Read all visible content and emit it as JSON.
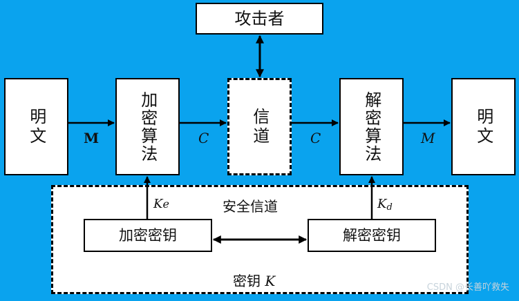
{
  "nodes": {
    "attacker": "攻击者",
    "plaintext_in": "明文",
    "encrypt_alg": "加密算法",
    "channel": "信道",
    "decrypt_alg": "解密算法",
    "plaintext_out": "明文",
    "encrypt_key": "加密密钥",
    "decrypt_key": "解密密钥"
  },
  "region": {
    "secure_channel": "安全信道",
    "key_label": "密钥",
    "key_symbol": "K"
  },
  "edge_labels": {
    "m1": "M",
    "c1": "C",
    "c2": "C",
    "m2": "M",
    "ke_main": "K",
    "ke_sub": "e",
    "kd_main": "K",
    "kd_sub": "d"
  },
  "watermark": "CSDN @长善吖救失",
  "colors": {
    "background": "#0AA3EE",
    "box_fill": "#FFFFFF",
    "stroke": "#000000"
  }
}
